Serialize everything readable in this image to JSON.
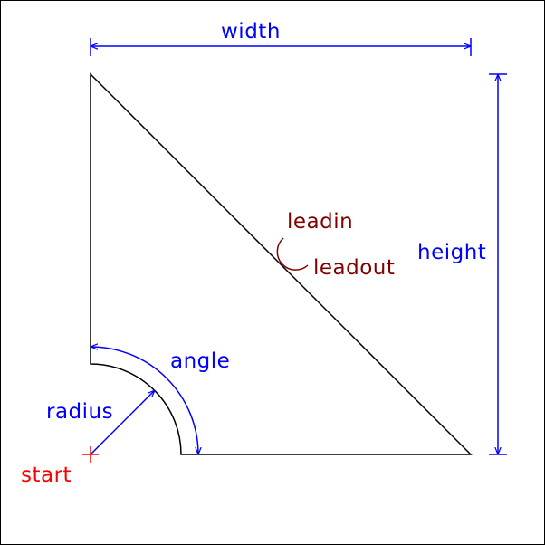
{
  "colors": {
    "shape": "#000000",
    "dimension": "#0000ff",
    "lead": "#800000",
    "start": "#ff0000",
    "background": "#ffffff"
  },
  "labels": {
    "width": "width",
    "height": "height",
    "leadin": "leadin",
    "leadout": "leadout",
    "angle": "angle",
    "radius": "radius",
    "start": "start"
  }
}
